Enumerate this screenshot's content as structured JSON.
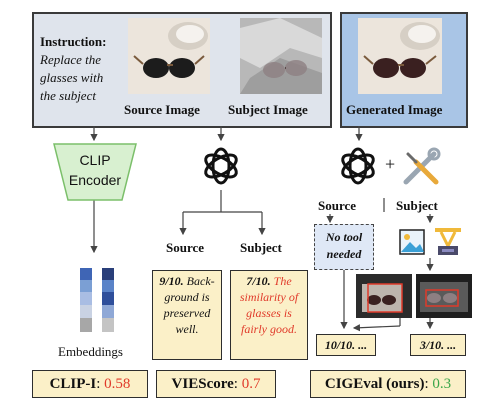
{
  "instruction": {
    "heading": "Instruction:",
    "text": [
      "Replace the",
      "glasses with",
      "the subject"
    ]
  },
  "images": {
    "source_label": "Source Image",
    "subject_label": "Subject Image",
    "generated_label": "Generated Image"
  },
  "clip": {
    "encoder_label": [
      "CLIP",
      "Encoder"
    ],
    "embeddings_label": "Embeddings",
    "metric_name": "CLIP-I",
    "metric_sep": ": ",
    "metric_value": "0.58"
  },
  "viescore": {
    "source_label": "Source",
    "subject_label": "Subject",
    "source_eval": [
      "9/10.",
      "Back-",
      "ground is",
      "preserved",
      "well."
    ],
    "subject_eval_score": "7/10.",
    "subject_eval_text": [
      "The",
      "similarity of",
      "glasses is",
      "fairly good."
    ],
    "metric_name": "VIEScore",
    "metric_sep": ": ",
    "metric_value": "0.7"
  },
  "cigeval": {
    "plus": "+",
    "source_label": "Source",
    "subject_label": "Subject",
    "no_tool": [
      "No tool",
      "needed"
    ],
    "source_result": "10/10. ...",
    "subject_result": "3/10. ...",
    "metric_name": "CIGEval (ours)",
    "metric_sep": ": ",
    "metric_value": "0.3"
  },
  "colors": {
    "input_panel": "#dfe4ec",
    "generated_panel": "#a9c5e6",
    "cream_box": "#fbf0c8",
    "no_tool_box": "#dfe8f6",
    "clip_encoder": "#d8f0d0",
    "red_score": "#e03a2a",
    "green_score": "#3aa64a"
  }
}
